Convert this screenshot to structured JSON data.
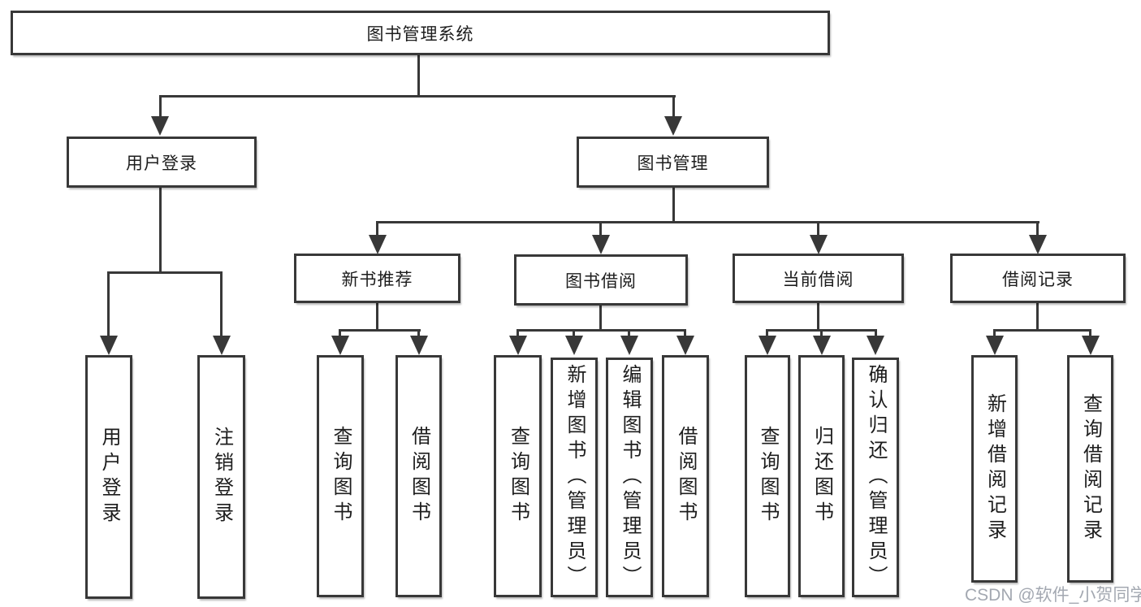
{
  "diagram": {
    "root": {
      "label": "图书管理系统"
    },
    "branches": [
      {
        "label": "用户登录",
        "children": [
          {
            "label": "用户登录"
          },
          {
            "label": "注销登录"
          }
        ]
      },
      {
        "label": "图书管理",
        "children": [
          {
            "label": "新书推荐",
            "children": [
              {
                "label": "查询图书"
              },
              {
                "label": "借阅图书"
              }
            ]
          },
          {
            "label": "图书借阅",
            "children": [
              {
                "label": "查询图书"
              },
              {
                "label": "新增图书（管理员）"
              },
              {
                "label": "编辑图书（管理员）"
              },
              {
                "label": "借阅图书"
              }
            ]
          },
          {
            "label": "当前借阅",
            "children": [
              {
                "label": "查询图书"
              },
              {
                "label": "归还图书"
              },
              {
                "label": "确认归还（管理员）"
              }
            ]
          },
          {
            "label": "借阅记录",
            "children": [
              {
                "label": "新增借阅记录"
              },
              {
                "label": "查询借阅记录"
              }
            ]
          }
        ]
      }
    ],
    "colors": {
      "line": "#383838",
      "box_border": "#383838",
      "text": "#1d1d1d",
      "background": "#ffffff",
      "watermark": "#9ea3ad"
    }
  },
  "watermark": {
    "text": "CSDN @软件_小贺同学"
  }
}
